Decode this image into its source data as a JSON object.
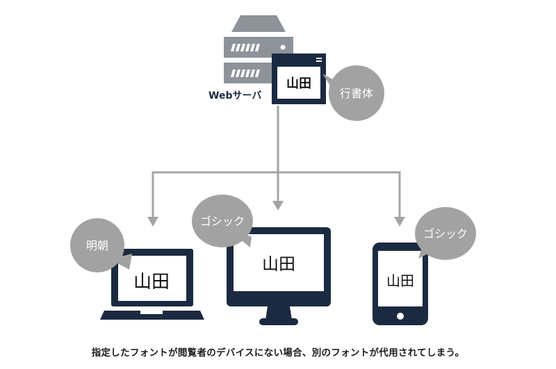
{
  "diagram": {
    "server_label": "Webサーバ",
    "server_screen_text": "山田",
    "server_font_bubble": "行書体",
    "laptop_screen_text": "山田",
    "laptop_font_bubble": "明朝",
    "monitor_screen_text": "山田",
    "monitor_font_bubble": "ゴシック",
    "tablet_screen_text": "山田",
    "tablet_font_bubble": "ゴシック",
    "caption": "指定したフォントが閲覧者のデバイスにない場合、別のフォントが代用されてしまう。"
  },
  "colors": {
    "navy": "#1b2a40",
    "server_gray": "#8e9399",
    "arrow_gray": "#a4a4a4",
    "bubble_gray": "#a2a2a2"
  }
}
